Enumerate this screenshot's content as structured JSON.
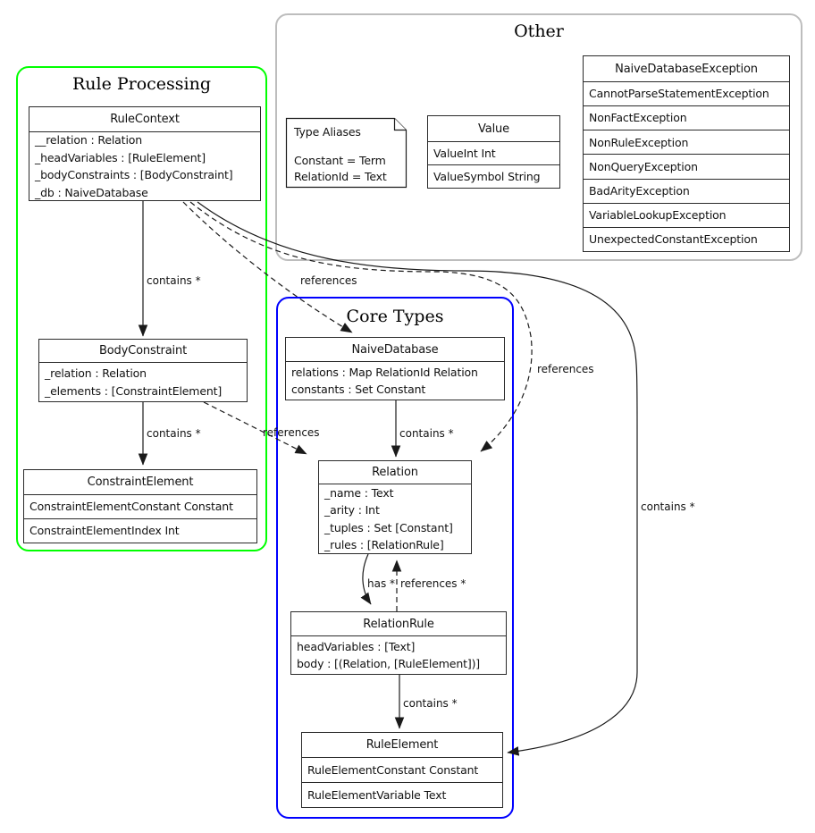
{
  "diagram": {
    "clusters": {
      "rule_processing": {
        "title": "Rule Processing",
        "border_color": "#00ff00"
      },
      "other": {
        "title": "Other",
        "border_color": "#bdbdbd"
      },
      "core_types": {
        "title": "Core Types",
        "border_color": "#0000ff"
      }
    },
    "note": {
      "title": "Type Aliases",
      "lines": [
        "Constant = Term",
        "RelationId = Text"
      ]
    },
    "classes": {
      "rule_context": {
        "title": "RuleContext",
        "compartments": [
          [
            "__relation : Relation",
            "_headVariables : [RuleElement]",
            "_bodyConstraints : [BodyConstraint]",
            "_db : NaiveDatabase"
          ]
        ]
      },
      "body_constraint": {
        "title": "BodyConstraint",
        "compartments": [
          [
            "_relation : Relation",
            "_elements : [ConstraintElement]"
          ]
        ]
      },
      "constraint_element": {
        "title": "ConstraintElement",
        "compartments": [
          [
            "ConstraintElementConstant Constant"
          ],
          [
            "ConstraintElementIndex Int"
          ]
        ]
      },
      "naive_database": {
        "title": "NaiveDatabase",
        "compartments": [
          [
            "relations : Map RelationId Relation",
            "constants : Set Constant"
          ]
        ]
      },
      "relation": {
        "title": "Relation",
        "compartments": [
          [
            "_name : Text",
            "_arity : Int",
            "_tuples : Set [Constant]",
            "_rules : [RelationRule]"
          ]
        ]
      },
      "relation_rule": {
        "title": "RelationRule",
        "compartments": [
          [
            "headVariables : [Text]",
            "body : [(Relation, [RuleElement])]"
          ]
        ]
      },
      "rule_element": {
        "title": "RuleElement",
        "compartments": [
          [
            "RuleElementConstant Constant"
          ],
          [
            "RuleElementVariable Text"
          ]
        ]
      },
      "value": {
        "title": "Value",
        "compartments": [
          [
            "ValueInt Int"
          ],
          [
            "ValueSymbol String"
          ]
        ]
      },
      "exceptions": {
        "title": "NaiveDatabaseException",
        "compartments": [
          [
            "CannotParseStatementException"
          ],
          [
            "NonFactException"
          ],
          [
            "NonRuleException"
          ],
          [
            "NonQueryException"
          ],
          [
            "BadArityException"
          ],
          [
            "VariableLookupException"
          ],
          [
            "UnexpectedConstantException"
          ]
        ]
      }
    },
    "edges": {
      "rulecontext_bodyconstraint": {
        "label": "contains *",
        "style": "solid"
      },
      "rulecontext_naivedatabase": {
        "label": "references",
        "style": "dashed"
      },
      "rulecontext_relation": {
        "label": "references",
        "style": "dashed"
      },
      "rulecontext_ruleelement": {
        "label": "contains *",
        "style": "solid"
      },
      "bodyconstraint_constraintelement": {
        "label": "contains *",
        "style": "solid"
      },
      "bodyconstraint_relation": {
        "label": "references",
        "style": "dashed"
      },
      "naivedatabase_relation": {
        "label": "contains *",
        "style": "solid"
      },
      "relation_relationrule": {
        "label": "has *",
        "style": "solid"
      },
      "relationrule_relation": {
        "label": "references *",
        "style": "dashed"
      },
      "relationrule_ruleelement": {
        "label": "contains *",
        "style": "solid"
      }
    },
    "colors": {
      "rule_processing_border": "#00ff00",
      "core_types_border": "#0000ff",
      "other_border": "#bdbdbd",
      "edge": "#1a1a1a",
      "background": "#ffffff"
    }
  }
}
